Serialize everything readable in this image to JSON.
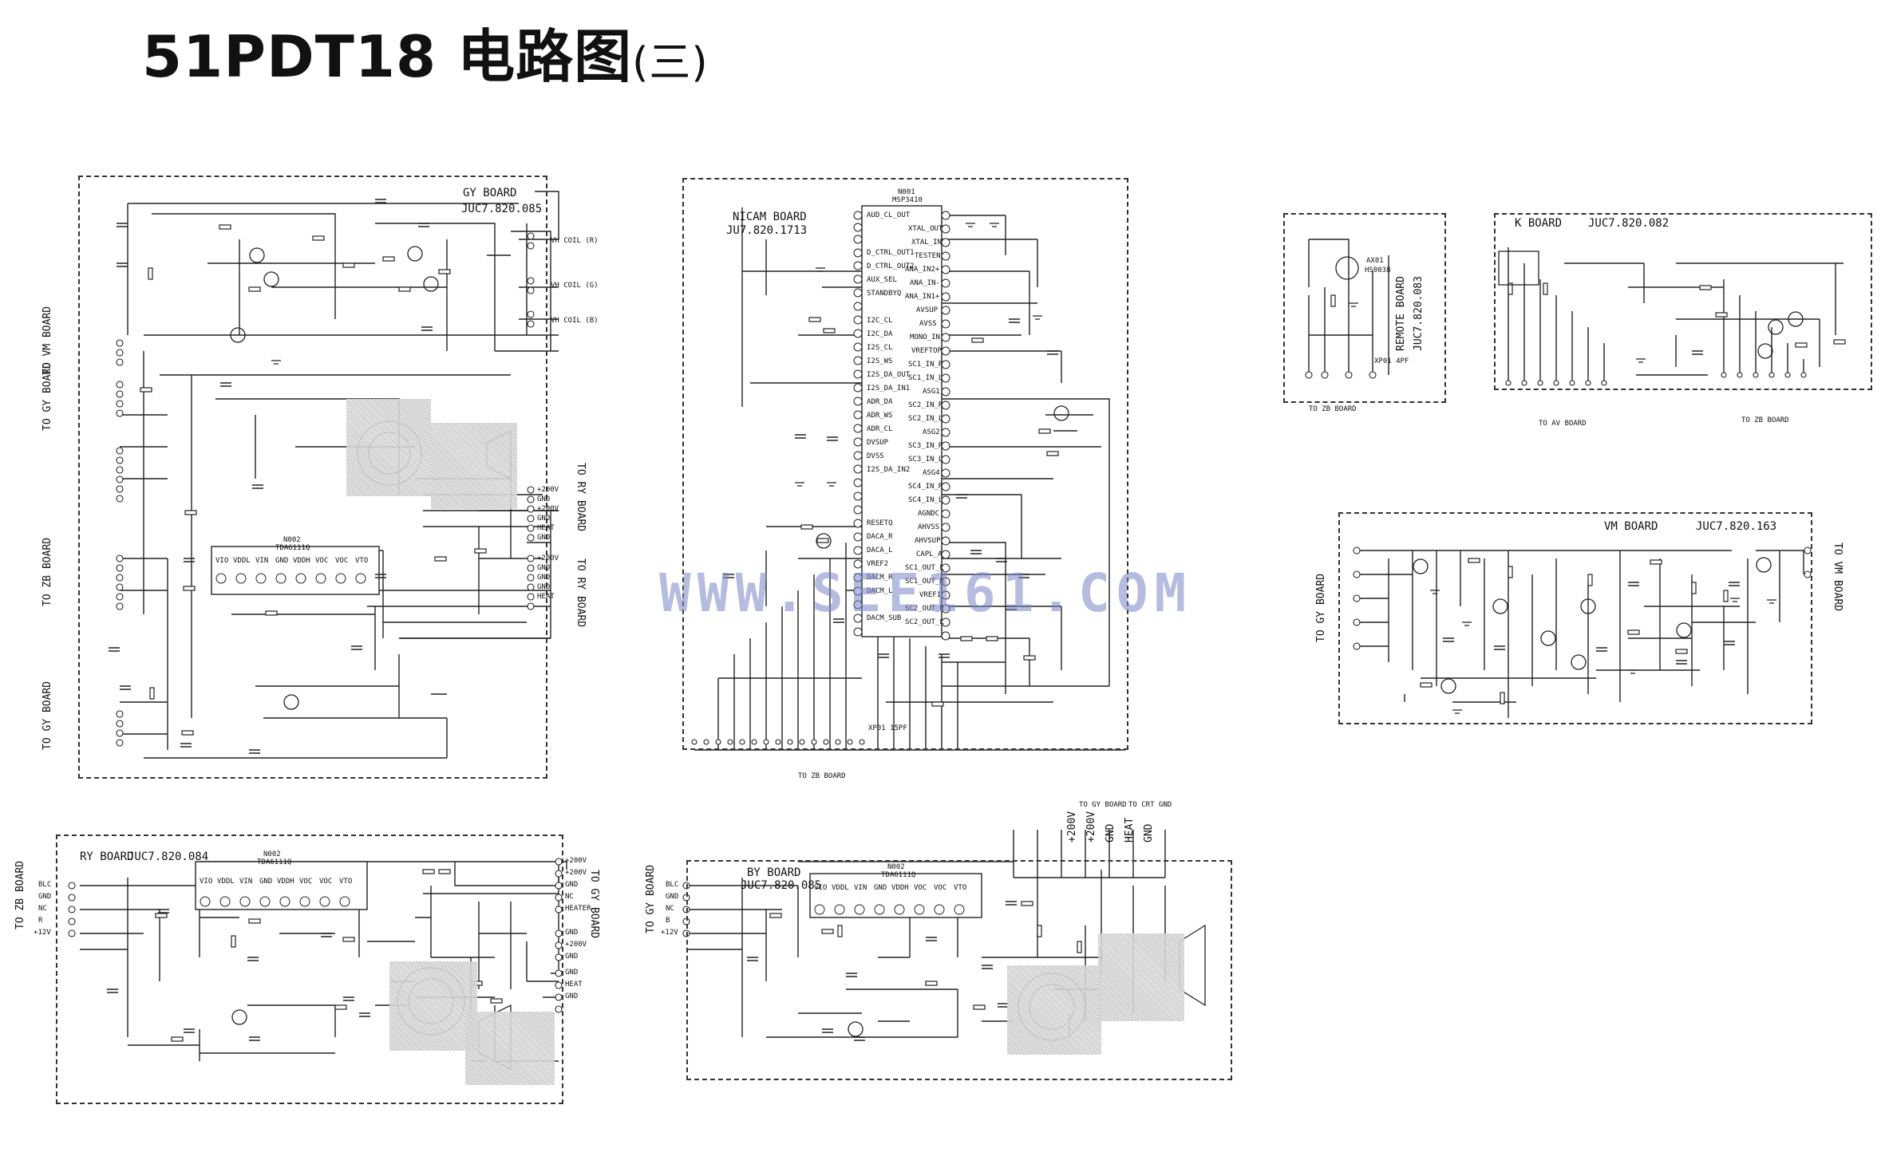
{
  "title": "51PDT18 电路图",
  "title_suffix": "(三)",
  "watermark": "WWW.SEE161.COM",
  "boards": {
    "gy": {
      "name": "GY BOARD",
      "part": "JUC7.820.085",
      "connectors": [
        "TO VM BOARD",
        "TO GY BOARD",
        "TO ZB BOARD",
        "TO GY BOARD"
      ],
      "ic": "TDA6111Q",
      "ic_ref": "N002",
      "coils": [
        "VH COIL (R)",
        "VH COIL (G)",
        "VH COIL (B)"
      ],
      "right_pins": [
        "+200V",
        "GND",
        "+200V",
        "GND",
        "HEAT",
        "GND",
        "+200V",
        "GND",
        "GND",
        "GND",
        "HEAT"
      ],
      "right_connector": "TO RY BOARD"
    },
    "nicam": {
      "name": "NICAM BOARD",
      "part": "JU7.820.1713",
      "ic_ref": "N001",
      "ic": "MSP3410",
      "left_pins": [
        "AUD_CL_OUT",
        "D_CTRL_OUT1",
        "D_CTRL_OUT2",
        "AUX_SEL",
        "STANDBYQ",
        "I2C_CL",
        "I2C_DA",
        "I2S_CL",
        "I2S_WS",
        "I2S_DA_OUT",
        "I2S_DA_IN1",
        "ADR_DA",
        "ADR_WS",
        "ADR_CL",
        "DVSUP",
        "DVSS",
        "I2S_DA_IN2",
        "RESETQ",
        "DACA_R",
        "DACA_L",
        "VREF2",
        "DACM_R",
        "DACM_L",
        "DACM_SUB"
      ],
      "right_pins": [
        "XTAL_OUT",
        "XTAL_IN",
        "TESTEN",
        "ANA_IN2+",
        "ANA_IN-",
        "ANA_IN1+",
        "AVSUP",
        "AVSS",
        "MONO_IN",
        "VREFTOP",
        "SC1_IN_R",
        "SC1_IN_L",
        "ASG1",
        "SC2_IN_R",
        "SC2_IN_L",
        "ASG2",
        "SC3_IN_R",
        "SC3_IN_L",
        "ASG4",
        "SC4_IN_R",
        "SC4_IN_L",
        "AGNDC",
        "AHVSS",
        "AHVSUP",
        "CAPL_A",
        "SC1_OUT_L",
        "SC1_OUT_R",
        "VREF1",
        "SC2_OUT_R",
        "SC2_OUT_L"
      ],
      "connector": "TO ZB BOARD",
      "connector_ref": "XP01 15PF"
    },
    "remote": {
      "name": "REMOTE BOARD",
      "part": "JUC7.820.083",
      "ic_ref": "AX01",
      "ic": "HS0038",
      "connector": "TO ZB BOARD",
      "xp": "XP01 4PF"
    },
    "k": {
      "name": "K BOARD",
      "part": "JUC7.820.082",
      "connectors": [
        "TO AV BOARD",
        "TO ZB BOARD"
      ]
    },
    "vm": {
      "name": "VM BOARD",
      "part": "JUC7.820.163",
      "connectors": [
        "TO GY BOARD",
        "TO VM BOARD"
      ]
    },
    "ry": {
      "name": "RY BOARD",
      "part": "JUC7.820.084",
      "ic_ref": "N002",
      "ic": "TDA6111Q",
      "left_pins": [
        "BLC",
        "GND",
        "NC",
        "R",
        "+12V"
      ],
      "left_connector": "TO ZB BOARD",
      "right_pins": [
        "+200V",
        "+200V",
        "GND",
        "NC",
        "HEATER",
        "GND",
        "+200V",
        "GND",
        "GND",
        "HEAT",
        "GND"
      ],
      "right_connector": "TO GY BOARD"
    },
    "by": {
      "name": "BY BOARD",
      "part": "JUC7.820.085",
      "ic_ref": "N002",
      "ic": "TDA6111Q",
      "left_pins": [
        "BLC",
        "GND",
        "NC",
        "B",
        "+12V"
      ],
      "left_connector": "TO GY BOARD",
      "top_connectors": [
        "TO GY BOARD",
        "TO CRT GND"
      ],
      "top_pins": [
        "+200V",
        "+200V",
        "GND",
        "HEAT",
        "GND"
      ]
    }
  },
  "ic_pins": [
    "VIO",
    "VDDL",
    "VIN",
    "GND",
    "VDDH",
    "VOC",
    "VOC",
    "VTO"
  ]
}
